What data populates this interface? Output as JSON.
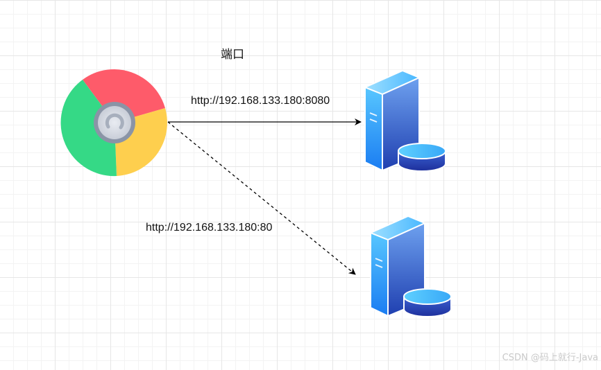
{
  "diagram": {
    "title": "端口",
    "edges": [
      {
        "label": "http://192.168.133.180:8080",
        "style": "solid"
      },
      {
        "label": "http://192.168.133.180:80",
        "style": "dashed"
      }
    ],
    "nodes": [
      {
        "icon": "chrome-browser-icon"
      },
      {
        "icon": "server-database-icon"
      },
      {
        "icon": "server-database-icon"
      }
    ]
  },
  "watermark": "CSDN @码上就行-Java"
}
